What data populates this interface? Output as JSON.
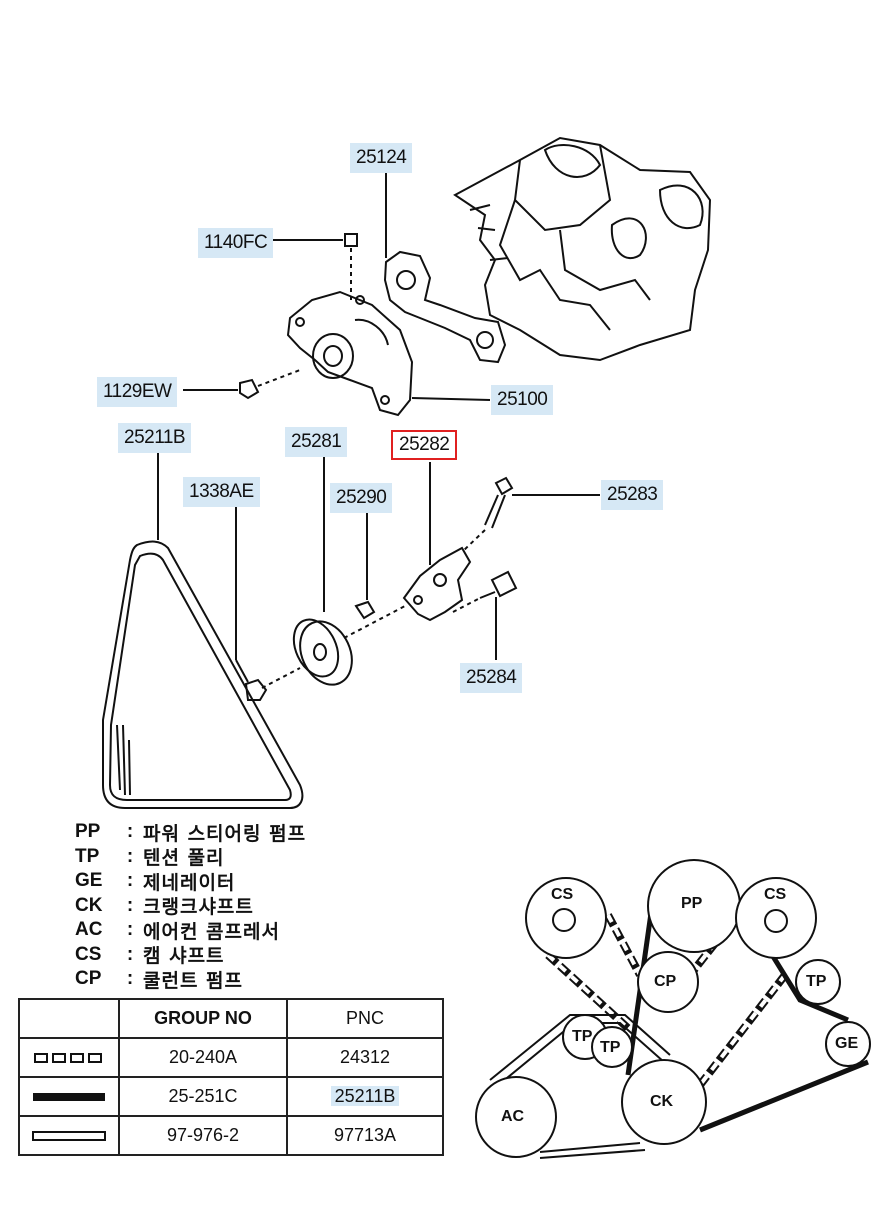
{
  "callouts": {
    "c25124": "25124",
    "c1140FC": "1140FC",
    "c1129EW": "1129EW",
    "c25100": "25100",
    "c25211B": "25211B",
    "c25281": "25281",
    "c25282": "25282",
    "c1338AE": "1338AE",
    "c25290": "25290",
    "c25283": "25283",
    "c25284": "25284"
  },
  "legend": [
    {
      "code": "PP",
      "desc": "파워 스티어링 펌프"
    },
    {
      "code": "TP",
      "desc": "텐션 풀리"
    },
    {
      "code": "GE",
      "desc": "제네레이터"
    },
    {
      "code": "CK",
      "desc": "크랭크샤프트"
    },
    {
      "code": "AC",
      "desc": "에어컨 콤프레서"
    },
    {
      "code": "CS",
      "desc": "캠 샤프트"
    },
    {
      "code": "CP",
      "desc": "쿨런트 펌프"
    }
  ],
  "legend_colon": ":",
  "table": {
    "headers": [
      "",
      "GROUP NO",
      "PNC"
    ],
    "rows": [
      {
        "belt": "dashed-belt",
        "group": "20-240A",
        "pnc": "24312"
      },
      {
        "belt": "solid-belt",
        "group": "25-251C",
        "pnc": "25211B"
      },
      {
        "belt": "hollow-belt",
        "group": "97-976-2",
        "pnc": "97713A"
      }
    ]
  },
  "pulleys": {
    "cs1": "CS",
    "pp": "PP",
    "cs2": "CS",
    "cp": "CP",
    "tp1": "TP",
    "tp2": "TP",
    "tp3": "TP",
    "ge": "GE",
    "ac": "AC",
    "ck": "CK"
  },
  "colors": {
    "highlight": "#d6e8f5",
    "selected_border": "#e02020"
  }
}
